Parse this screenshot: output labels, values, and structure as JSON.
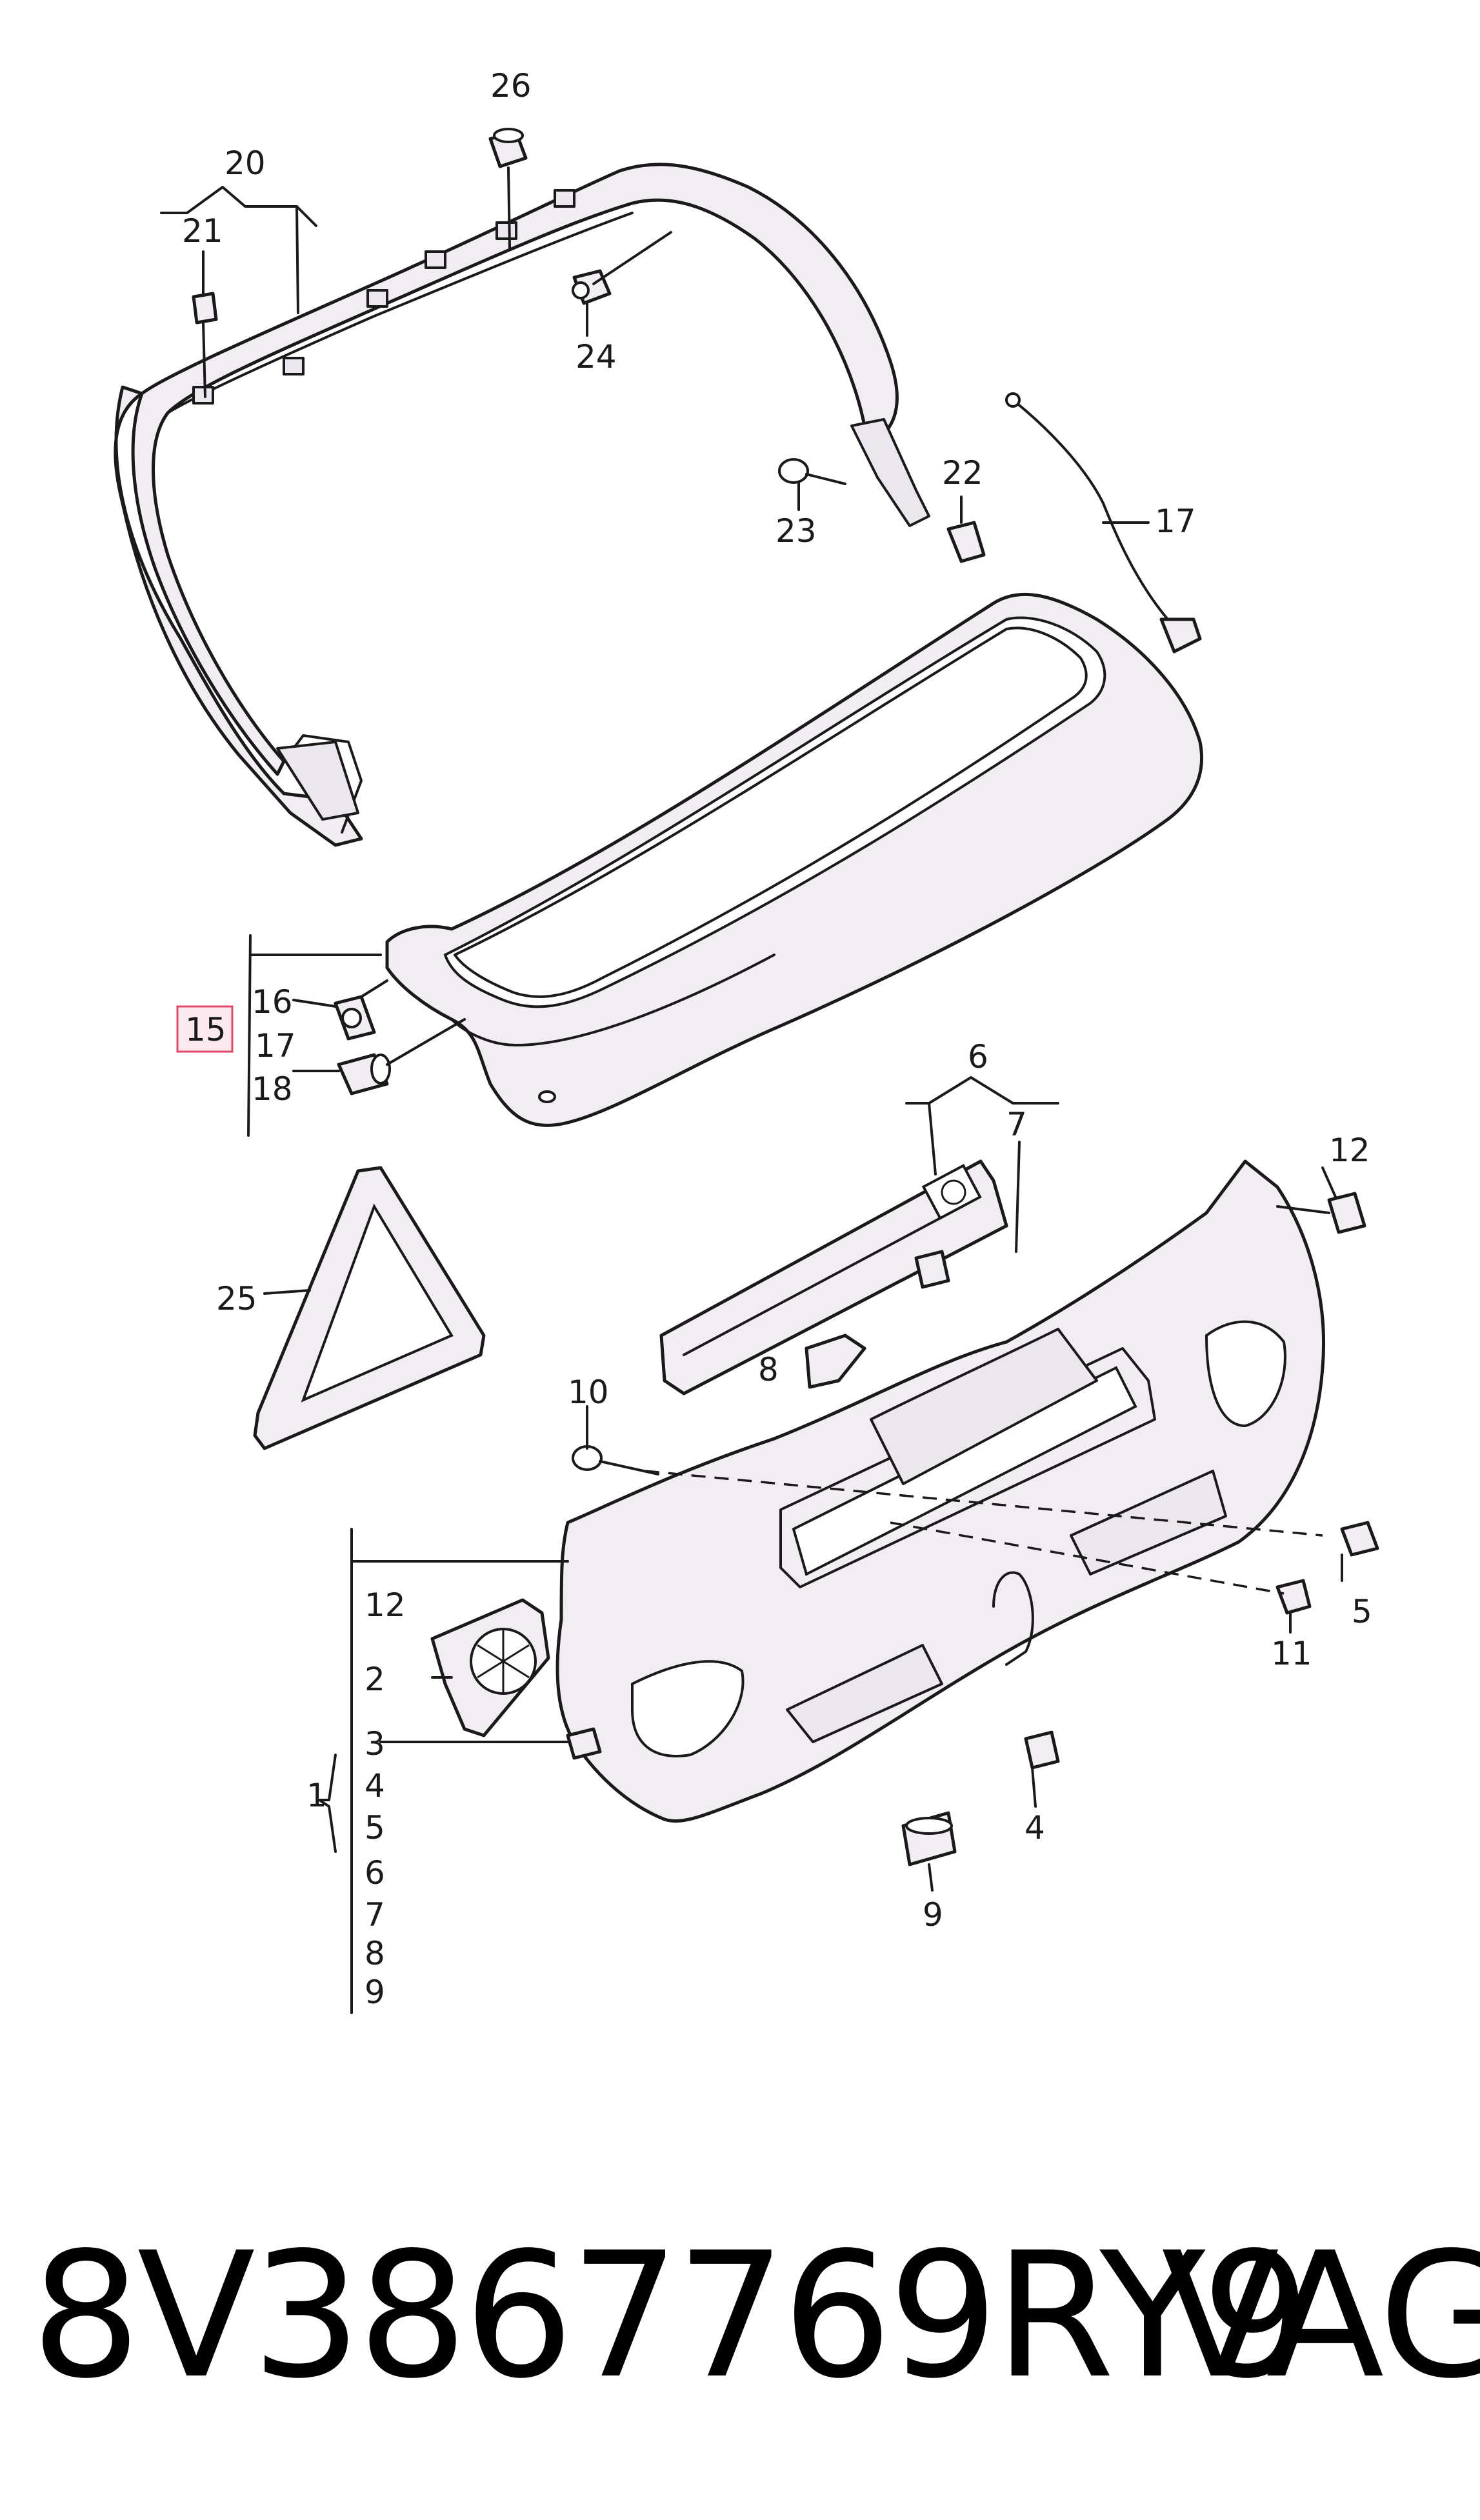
{
  "diagram": {
    "callouts": {
      "c1": "1",
      "c2": "2",
      "c3": "3",
      "c4a": "4",
      "c4b": "4",
      "c5a": "5",
      "c5b": "5",
      "c6a": "6",
      "c6b": "6",
      "c7a": "7",
      "c7b": "7",
      "c8a": "8",
      "c8b": "8",
      "c9a": "9",
      "c9b": "9",
      "c10": "10",
      "c11": "11",
      "c12a": "12",
      "c12b": "12",
      "c15": "15",
      "c16": "16",
      "c17a": "17",
      "c17b": "17",
      "c18": "18",
      "c20": "20",
      "c21": "21",
      "c22": "22",
      "c23": "23",
      "c24": "24",
      "c25": "25",
      "c26": "26"
    },
    "highlight": {
      "color": "#e04a6a",
      "item": "15"
    }
  },
  "footer": {
    "part_number": "8V3867769RY9",
    "brand": "VAG"
  }
}
